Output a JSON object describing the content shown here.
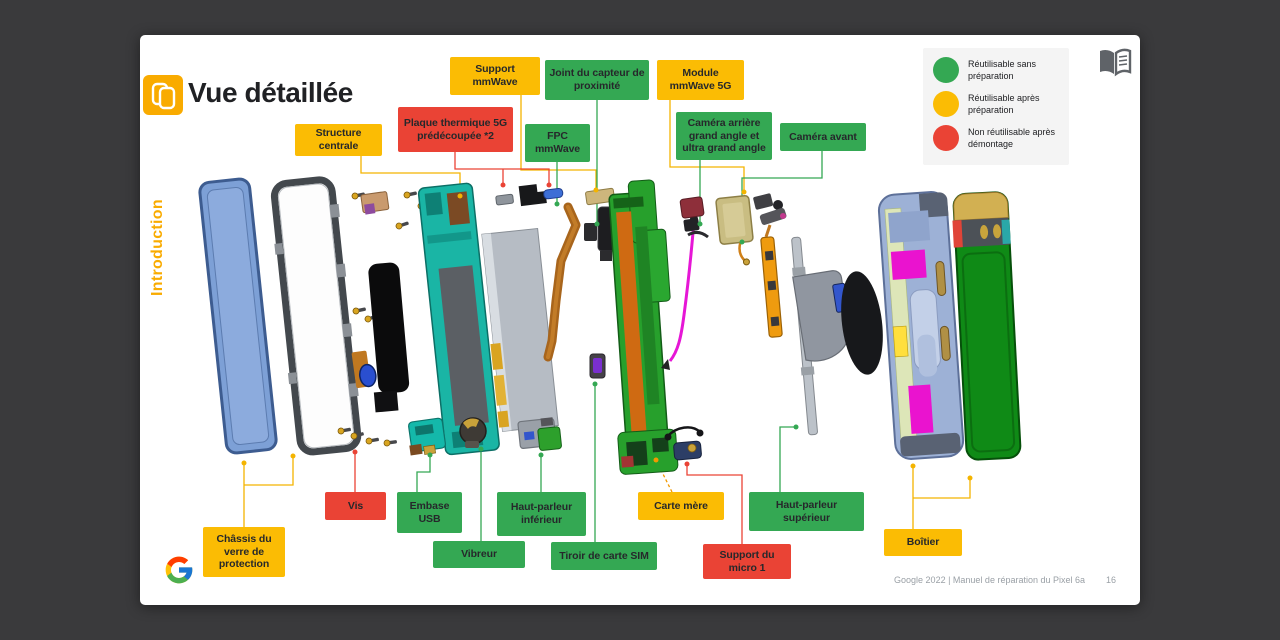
{
  "page": {
    "title": "Vue détaillée",
    "sidebar_tab": "Introduction",
    "footer_text": "Google 2022 | Manuel de réparation du Pixel 6a",
    "page_number": "16"
  },
  "colors": {
    "reusable_no_prep": "#34A853",
    "reusable_after_prep": "#FBBC04",
    "not_reusable": "#EA4335",
    "accent_yellow": "#F9AB00"
  },
  "legend": {
    "items": [
      {
        "label": "Réutilisable sans préparation",
        "color": "#34A853"
      },
      {
        "label": "Réutilisable après préparation",
        "color": "#FBBC04"
      },
      {
        "label": "Non réutilisable après démontage",
        "color": "#EA4335"
      }
    ]
  },
  "part_labels": [
    {
      "id": "structure-centrale",
      "text": "Structure centrale",
      "category": "yellow"
    },
    {
      "id": "support-mmwave",
      "text": "Support mmWave",
      "category": "yellow"
    },
    {
      "id": "joint-capteur-proximite",
      "text": "Joint du capteur de proximité",
      "category": "green"
    },
    {
      "id": "module-mmwave-5g",
      "text": "Module mmWave 5G",
      "category": "yellow"
    },
    {
      "id": "plaque-thermique-5g",
      "text": "Plaque thermique 5G prédécoupée *2",
      "category": "red"
    },
    {
      "id": "fpc-mmwave",
      "text": "FPC mmWave",
      "category": "green"
    },
    {
      "id": "camera-arriere",
      "text": "Caméra arrière grand angle et ultra grand angle",
      "category": "green"
    },
    {
      "id": "camera-avant",
      "text": "Caméra avant",
      "category": "green"
    },
    {
      "id": "vis",
      "text": "Vis",
      "category": "red"
    },
    {
      "id": "embase-usb",
      "text": "Embase USB",
      "category": "green"
    },
    {
      "id": "chassis-verre-protection",
      "text": "Châssis du verre de protection",
      "category": "yellow"
    },
    {
      "id": "vibreur",
      "text": "Vibreur",
      "category": "green"
    },
    {
      "id": "haut-parleur-inferieur",
      "text": "Haut-parleur inférieur",
      "category": "green"
    },
    {
      "id": "tiroir-carte-sim",
      "text": "Tiroir de carte SIM",
      "category": "green"
    },
    {
      "id": "carte-mere",
      "text": "Carte mère",
      "category": "yellow"
    },
    {
      "id": "support-micro-1",
      "text": "Support du micro 1",
      "category": "red"
    },
    {
      "id": "haut-parleur-superieur",
      "text": "Haut-parleur supérieur",
      "category": "green"
    },
    {
      "id": "boitier",
      "text": "Boîtier",
      "category": "yellow"
    }
  ]
}
